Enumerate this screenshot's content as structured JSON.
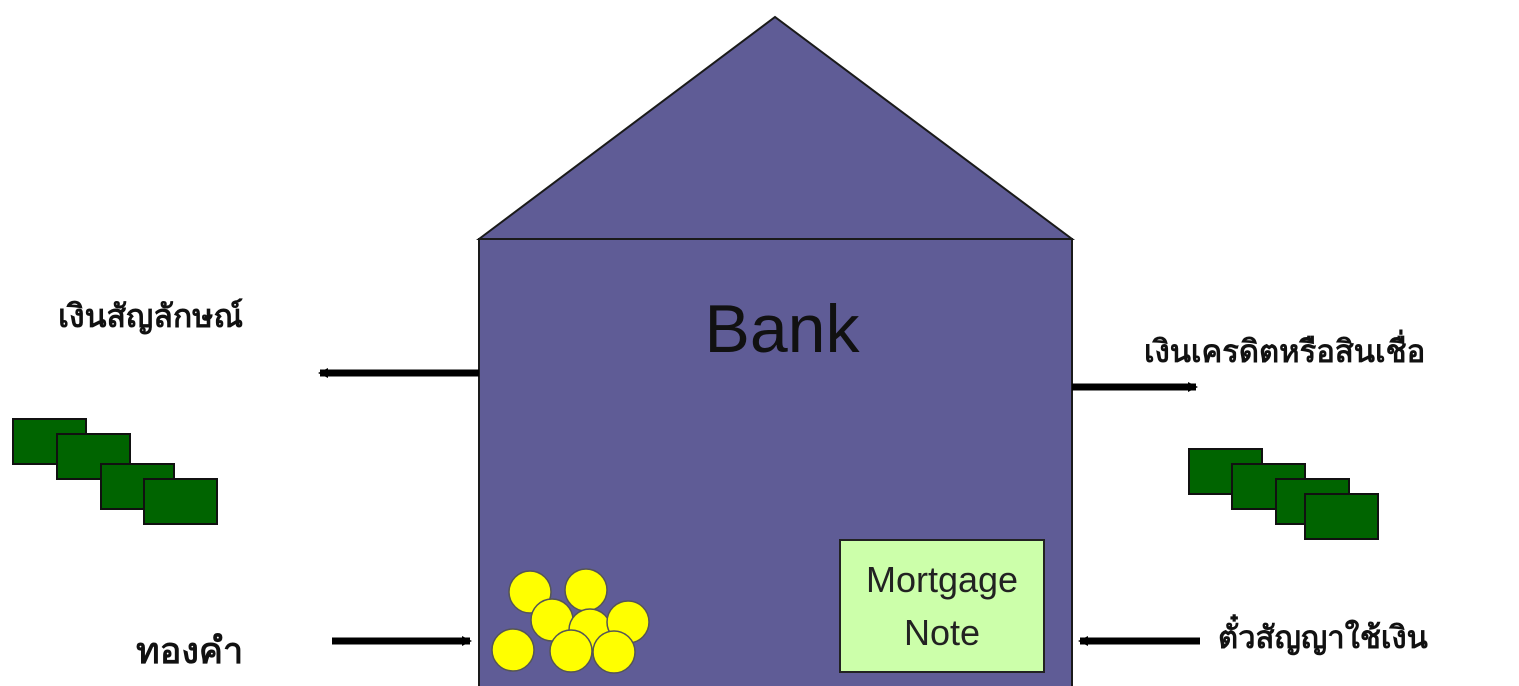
{
  "diagram": {
    "bank_label": "Bank",
    "note_label_line1": "Mortgage",
    "note_label_line2": "Note",
    "labels": {
      "fiat_money": "เงินสัญลักษณ์",
      "credit_money": "เงินเครดิตหรือสินเชื่อ",
      "gold": "ทองคำ",
      "promissory_note": "ตั๋วสัญญาใช้เงิน"
    },
    "colors": {
      "bank_fill": "#5f5c96",
      "bill_fill": "#006400",
      "coin_fill": "#ffff00",
      "note_fill": "#ccffaa",
      "arrow": "#000000"
    }
  }
}
